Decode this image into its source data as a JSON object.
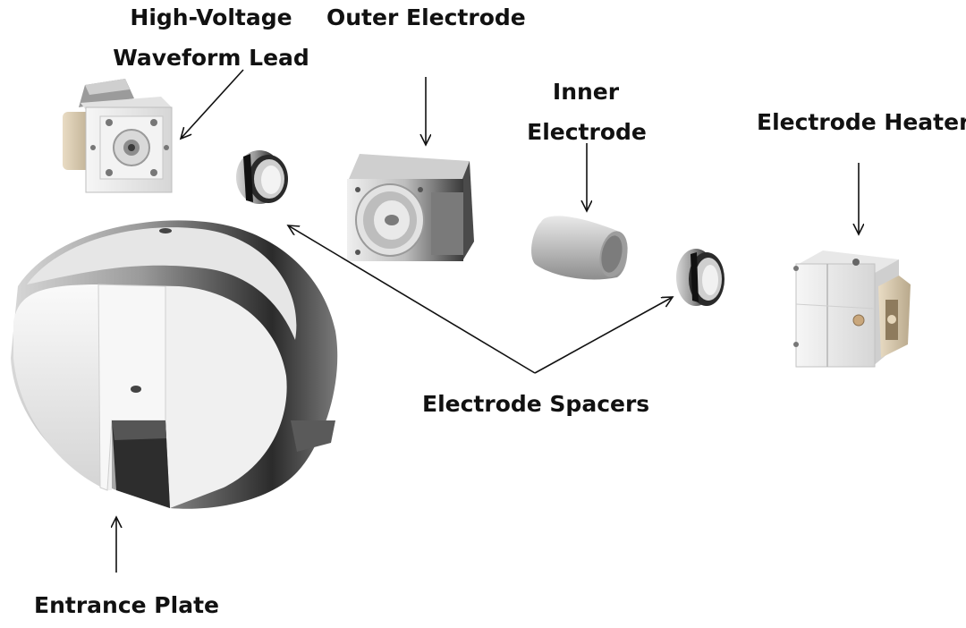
{
  "labels": {
    "hv_line1": "High-Voltage",
    "hv_line2": "Waveform Lead",
    "outer": "Outer Electrode",
    "inner_line1": "Inner",
    "inner_line2": "Electrode",
    "heater": "Electrode Heater",
    "spacers": "Electrode Spacers",
    "entrance": "Entrance Plate"
  }
}
